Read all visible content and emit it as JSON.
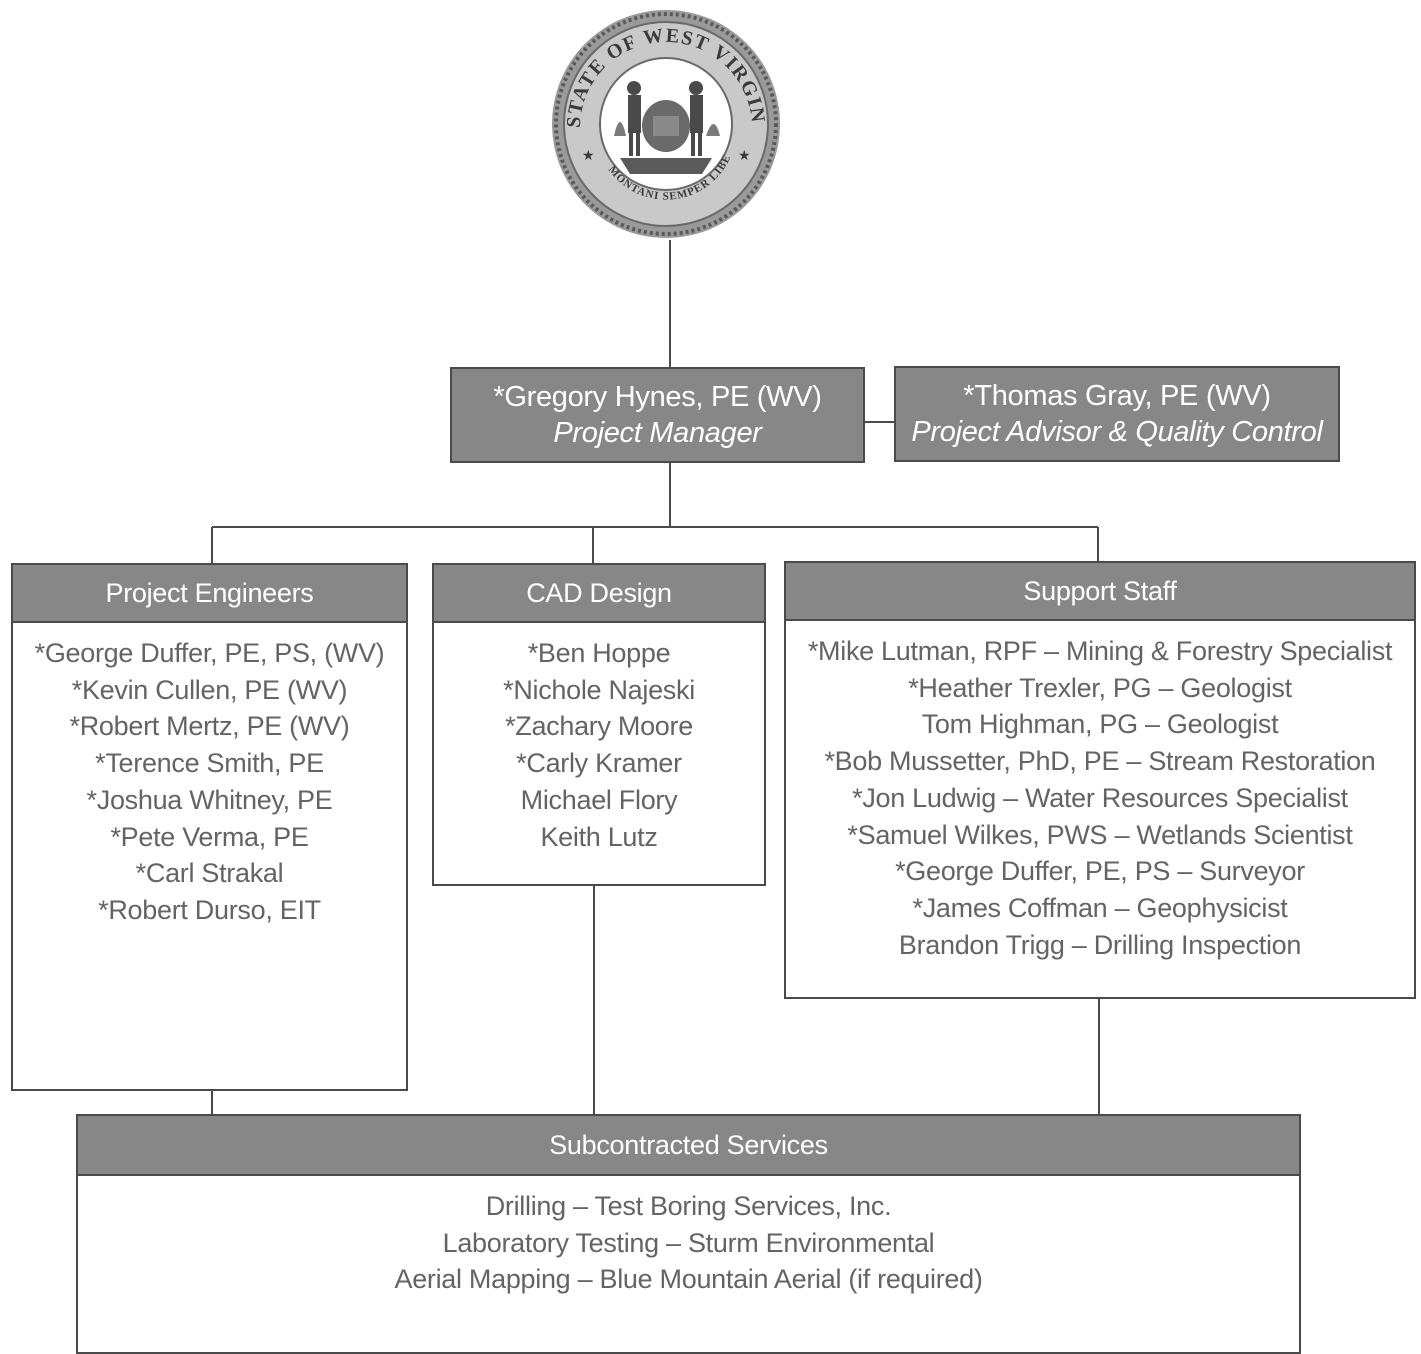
{
  "seal": {
    "ring_text_top": "STATE OF WEST VIRGINIA",
    "ring_text_bottom": "MONTANI SEMPER LIBERI"
  },
  "project_manager": {
    "name": "*Gregory Hynes, PE (WV)",
    "role": "Project Manager"
  },
  "advisor": {
    "name": "*Thomas Gray, PE (WV)",
    "role": "Project Advisor & Quality Control"
  },
  "groups": {
    "engineers": {
      "title": "Project Engineers",
      "members": [
        "*George Duffer, PE, PS, (WV)",
        "*Kevin Cullen, PE (WV)",
        "*Robert Mertz, PE (WV)",
        "*Terence Smith, PE",
        "*Joshua Whitney, PE",
        "*Pete Verma, PE",
        "*Carl Strakal",
        "*Robert Durso, EIT"
      ]
    },
    "cad": {
      "title": "CAD Design",
      "members": [
        "*Ben Hoppe",
        "*Nichole Najeski",
        "*Zachary Moore",
        "*Carly Kramer",
        "Michael Flory",
        "Keith Lutz"
      ]
    },
    "support": {
      "title": "Support Staff",
      "members": [
        "*Mike Lutman, RPF – Mining & Forestry Specialist",
        "*Heather Trexler, PG – Geologist",
        "Tom Highman, PG – Geologist",
        "*Bob Mussetter, PhD, PE – Stream Restoration",
        "*Jon Ludwig – Water Resources Specialist",
        "*Samuel Wilkes, PWS – Wetlands Scientist",
        "*George Duffer, PE, PS – Surveyor",
        "*James Coffman – Geophysicist",
        "Brandon Trigg – Drilling Inspection"
      ]
    },
    "subcontracted": {
      "title": "Subcontracted Services",
      "members": [
        "Drilling – Test Boring Services, Inc.",
        "Laboratory Testing – Sturm Environmental",
        "Aerial Mapping – Blue Mountain Aerial (if required)"
      ]
    }
  },
  "colors": {
    "header_fill": "#878787",
    "border": "#4a4a4a",
    "body_text": "#646464",
    "header_text": "#ffffff"
  }
}
